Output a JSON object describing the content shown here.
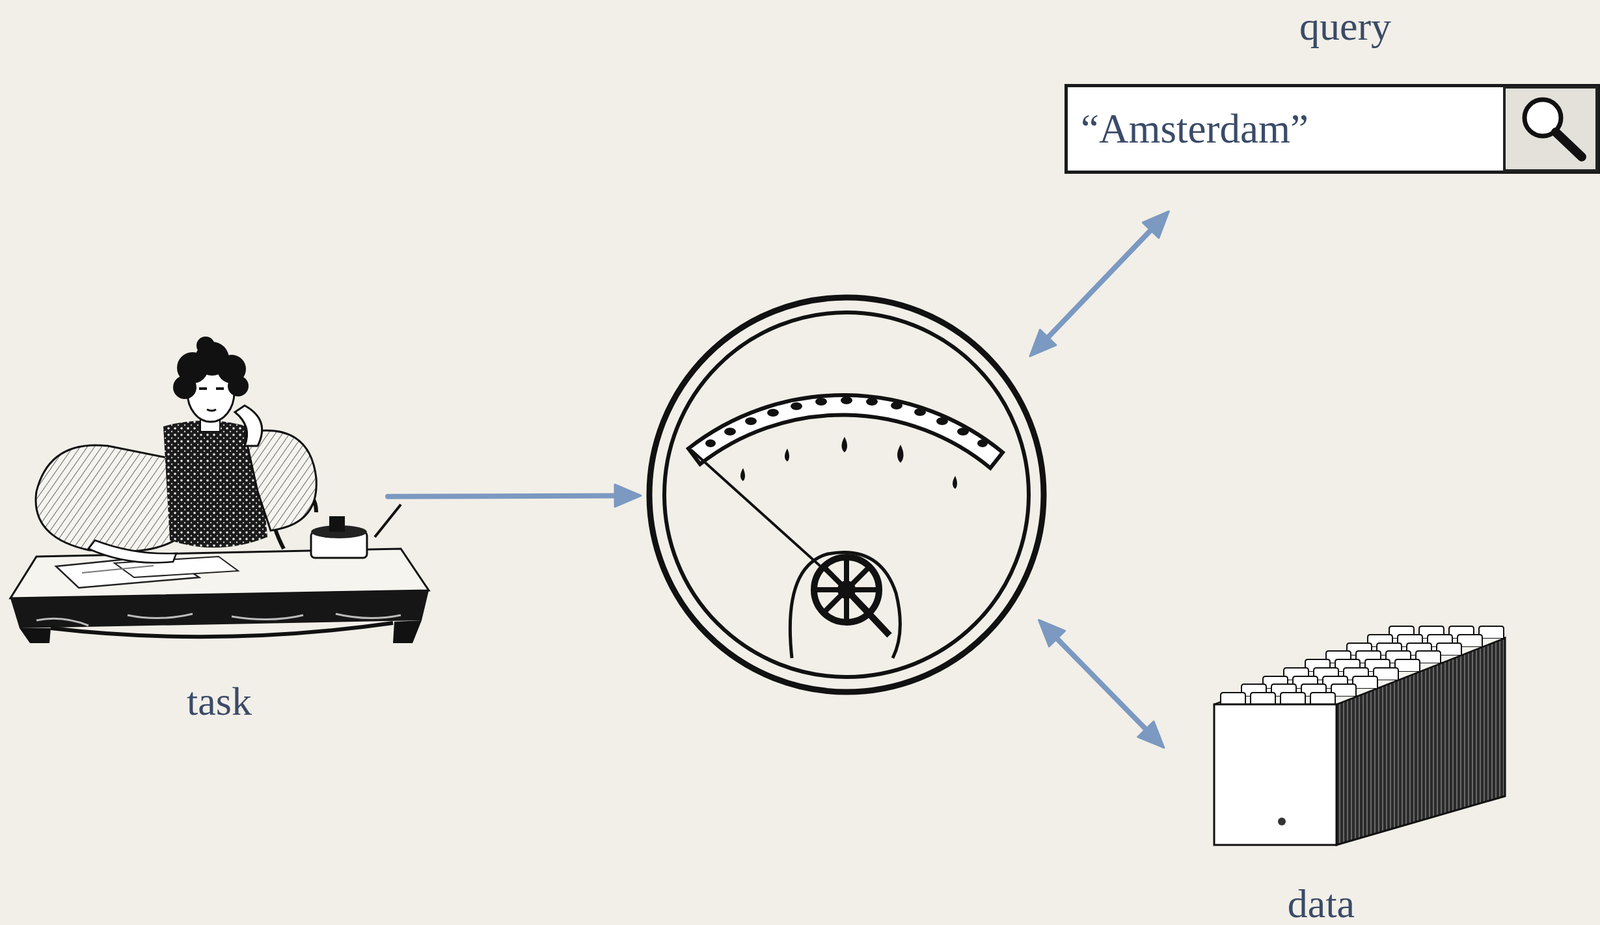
{
  "diagram": {
    "nodes": [
      {
        "text": [
          "task"
        ]
      },
      {
        "text": []
      },
      {
        "text": [
          "query",
          "“Amsterdam”"
        ]
      },
      {
        "text": [
          "data"
        ]
      }
    ],
    "edges": [
      {
        "from": 0,
        "to": 1,
        "arrow": "to"
      },
      {
        "from": 1,
        "to": 2,
        "arrow": "both"
      },
      {
        "from": 1,
        "to": 3,
        "arrow": "both"
      }
    ]
  }
}
